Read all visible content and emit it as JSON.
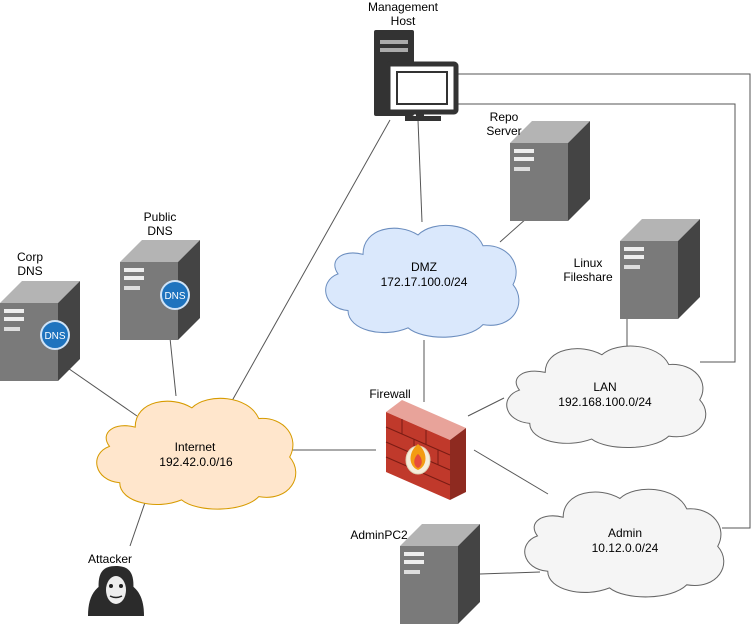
{
  "nodes": {
    "management_host": {
      "label": "Management\nHost"
    },
    "repo_server": {
      "label": "Repo\nServer"
    },
    "public_dns": {
      "label": "Public\nDNS",
      "badge": "DNS"
    },
    "corp_dns": {
      "label": "Corp\nDNS",
      "badge": "DNS"
    },
    "linux_fileshare": {
      "label": "Linux\nFileshare"
    },
    "firewall": {
      "label": "Firewall"
    },
    "attacker": {
      "label": "Attacker"
    },
    "adminpc2": {
      "label": "AdminPC2"
    }
  },
  "networks": {
    "dmz": {
      "name": "DMZ",
      "cidr": "172.17.100.0/24",
      "fill": "#dae8fc",
      "stroke": "#6c8ebf"
    },
    "internet": {
      "name": "Internet",
      "cidr": "192.42.0.0/16",
      "fill": "#ffe6cc",
      "stroke": "#d79b00"
    },
    "lan": {
      "name": "LAN",
      "cidr": "192.168.100.0/24",
      "fill": "#f5f5f5",
      "stroke": "#666666"
    },
    "admin": {
      "name": "Admin",
      "cidr": "10.12.0.0/24",
      "fill": "#f5f5f5",
      "stroke": "#666666"
    }
  },
  "colors": {
    "server_body": "#6f6f6f",
    "firewall_brick": "#c0392b",
    "dns_badge": "#1e73be"
  }
}
